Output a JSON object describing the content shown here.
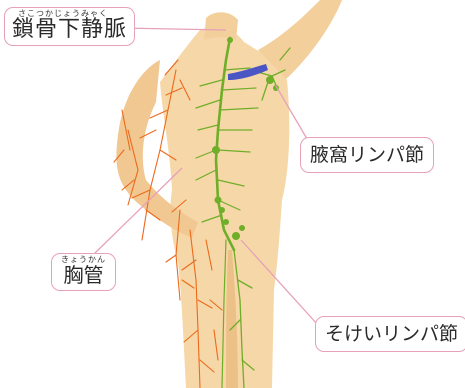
{
  "labels": {
    "subclavian_vein": {
      "text": "鎖骨下静脈",
      "reading": "さこつかじょうみゃく"
    },
    "axillary_nodes": {
      "text": "腋窩リンパ節"
    },
    "thoracic_duct": {
      "text": "胸管",
      "reading": "きょうかん"
    },
    "inguinal_nodes": {
      "text": "そけいリンパ節"
    }
  },
  "colors": {
    "skin": "#f6d7a8",
    "skin_shade": "#ecc187",
    "vessel": "#ec6a1c",
    "lymph": "#6fae28",
    "vein": "#4b55c4",
    "leader": "#e7a1b8"
  }
}
